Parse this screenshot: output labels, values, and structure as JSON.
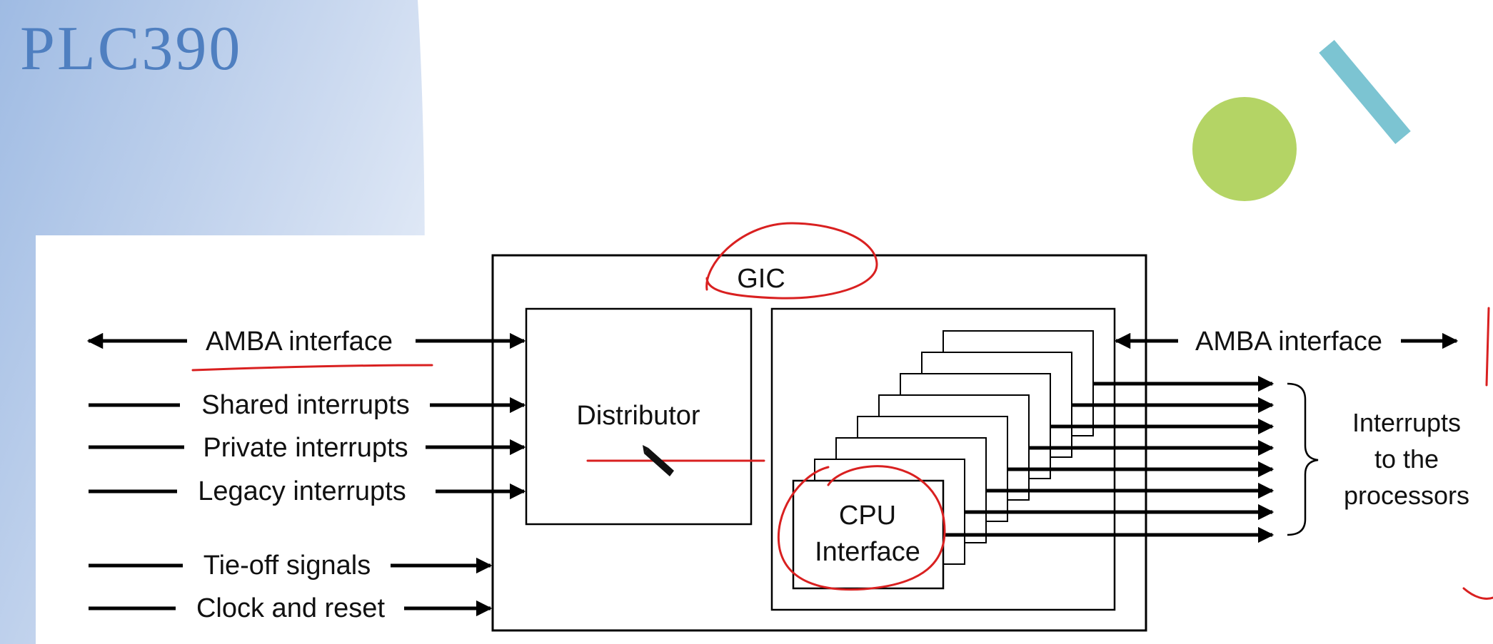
{
  "slide": {
    "title": "PLC390",
    "colors": {
      "title": "#4f7fc0",
      "gradient_blue": "#a9c2e6",
      "circle_green": "#b4d465",
      "bar_teal": "#7cc4d2",
      "annotation_red": "#d92020"
    }
  },
  "diagram": {
    "gic_label": "GIC",
    "distributor_label": "Distributor",
    "cpu_interface_line1": "CPU",
    "cpu_interface_line2": "Interface",
    "left_signals": {
      "amba": "AMBA interface",
      "shared": "Shared interrupts",
      "private": "Private interrupts",
      "legacy": "Legacy interrupts",
      "tieoff": "Tie-off signals",
      "clock": "Clock and reset"
    },
    "right_amba": "AMBA interface",
    "right_note_line1": "Interrupts",
    "right_note_line2": "to the",
    "right_note_line3": "processors"
  }
}
